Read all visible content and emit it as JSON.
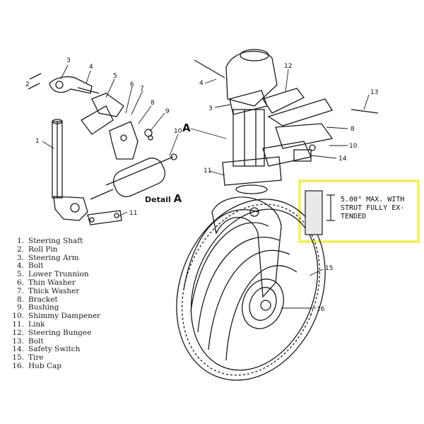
{
  "diagram": {
    "detail_label": "Detail",
    "detail_letter": "A",
    "strut_label": "A",
    "callout_text": "5.00\" MAX. WITH\nSTRUT FULLY EX-\nTENDED",
    "highlight_color": "#f2f06a",
    "line_color": "#1a1a1a",
    "parts": [
      {
        "num": "1.",
        "name": "Steering Shaft"
      },
      {
        "num": "2.",
        "name": "Roll Pin"
      },
      {
        "num": "3.",
        "name": "Steering Arm"
      },
      {
        "num": "4.",
        "name": "Bolt"
      },
      {
        "num": "5.",
        "name": "Lower Trunnion"
      },
      {
        "num": "6.",
        "name": "Thin Washer"
      },
      {
        "num": "7.",
        "name": "Thick Washer"
      },
      {
        "num": "8.",
        "name": "Bracket"
      },
      {
        "num": "9.",
        "name": "Bushing"
      },
      {
        "num": "10.",
        "name": "Shimmy Dampener"
      },
      {
        "num": "11.",
        "name": "Link"
      },
      {
        "num": "12.",
        "name": "Steering Bungee"
      },
      {
        "num": "13.",
        "name": "Bolt"
      },
      {
        "num": "14.",
        "name": "Safety Switch"
      },
      {
        "num": "15.",
        "name": "Tire"
      },
      {
        "num": "16.",
        "name": "Hub Cap"
      }
    ],
    "callouts_detail": [
      "1",
      "2",
      "3",
      "4",
      "5",
      "6",
      "7",
      "8",
      "9",
      "10",
      "11"
    ],
    "callouts_main": [
      "4",
      "3",
      "12",
      "13",
      "8",
      "10",
      "14",
      "11",
      "15",
      "16"
    ]
  }
}
